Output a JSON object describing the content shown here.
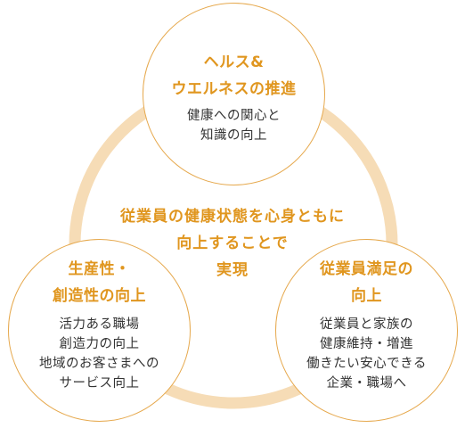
{
  "diagram": {
    "colors": {
      "ring": "#f6dcb6",
      "border": "#e6a94e",
      "accent": "#e0961f",
      "text": "#333333"
    },
    "center": {
      "lines": [
        "従業員の健康状態を心身ともに",
        "向上することで",
        "実現"
      ]
    },
    "nodes": {
      "top": {
        "title": [
          "ヘルス&",
          "ウエルネスの推進"
        ],
        "desc": [
          "健康への関心と",
          "知識の向上"
        ]
      },
      "left": {
        "title": [
          "生産性・",
          "創造性の向上"
        ],
        "desc": [
          "活力ある職場",
          "創造力の向上",
          "地域のお客さまへの",
          "サービス向上"
        ]
      },
      "right": {
        "title": [
          "従業員満足の",
          "向上"
        ],
        "desc": [
          "従業員と家族の",
          "健康維持・増進",
          "働きたい安心できる",
          "企業・職場へ"
        ]
      }
    }
  }
}
